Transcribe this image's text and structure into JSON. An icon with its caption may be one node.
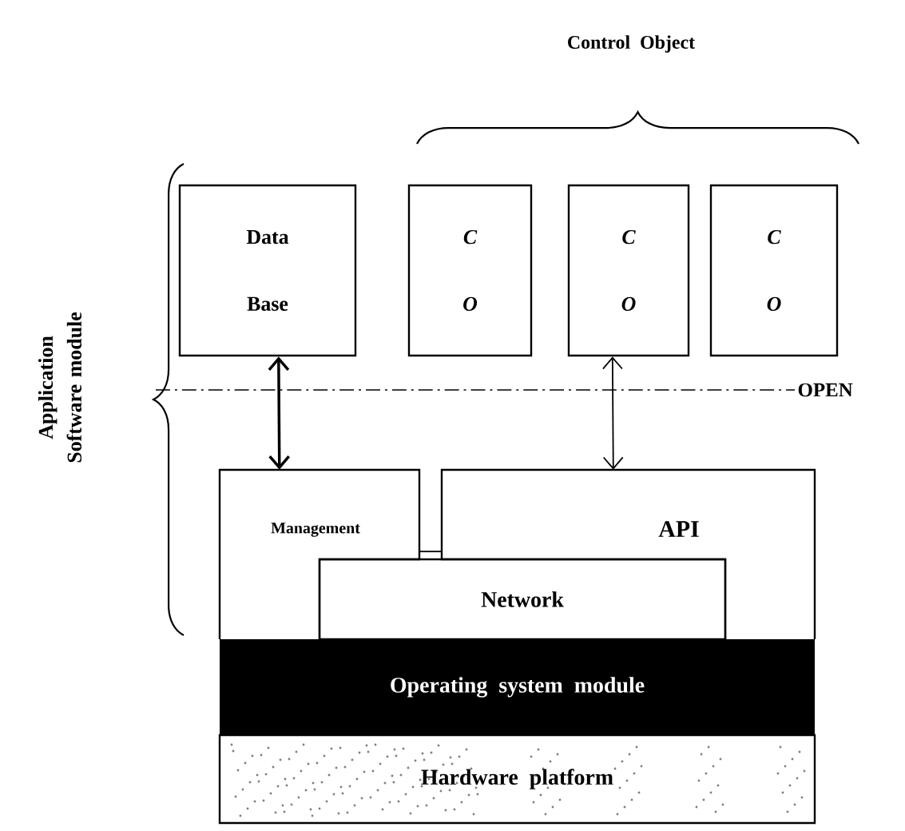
{
  "diagram": {
    "nodes": [
      {
        "text": [
          "Data Base"
        ]
      },
      {
        "text": [
          "C O"
        ]
      },
      {
        "text": [
          "C O"
        ]
      },
      {
        "text": [
          "C O"
        ]
      },
      {
        "text": [
          "Management"
        ]
      },
      {
        "text": [
          "API"
        ]
      },
      {
        "text": [
          "Network"
        ]
      },
      {
        "text": [
          "Operating system module"
        ]
      },
      {
        "text": [
          "Hardware platform"
        ]
      }
    ],
    "edges": [
      {
        "from": 0,
        "to": 4,
        "arrow": "both",
        "style": "thick"
      },
      {
        "from": 2,
        "to": 5,
        "arrow": "both"
      },
      {
        "from": 4,
        "to": 5,
        "arrow": "none"
      }
    ],
    "labels": [
      "Control Object",
      "Application Software module",
      "OPEN"
    ]
  }
}
